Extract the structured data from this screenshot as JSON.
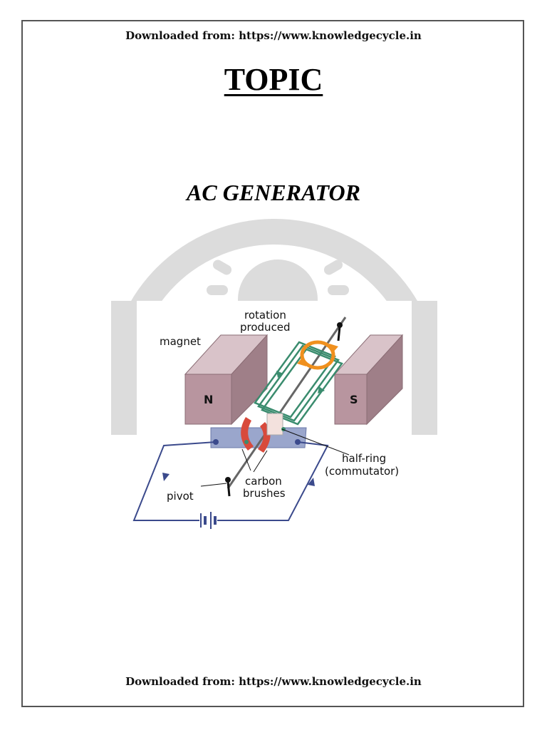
{
  "header": {
    "download_text": "Downloaded from: https://www.knowledgecycle.in"
  },
  "title": "TOPIC",
  "subtitle": "AC GENERATOR",
  "diagram": {
    "labels": {
      "rotation_line1": "rotation",
      "rotation_line2": "produced",
      "magnet": "magnet",
      "north_pole": "N",
      "south_pole": "S",
      "half_ring_line1": "half-ring",
      "half_ring_line2": "(commutator)",
      "carbon_line1": "carbon",
      "carbon_line2": "brushes",
      "pivot": "pivot"
    },
    "colors": {
      "magnet_face": "#b8959f",
      "magnet_top": "#d9c3c9",
      "coil": "#3a8c6e",
      "rotation_arrow": "#f0901e",
      "commutator": "#d84a3c",
      "circuit": "#3b4a8c",
      "watermark": "#dcdcdc"
    }
  },
  "footer": {
    "download_text": "Downloaded from: https://www.knowledgecycle.in"
  }
}
